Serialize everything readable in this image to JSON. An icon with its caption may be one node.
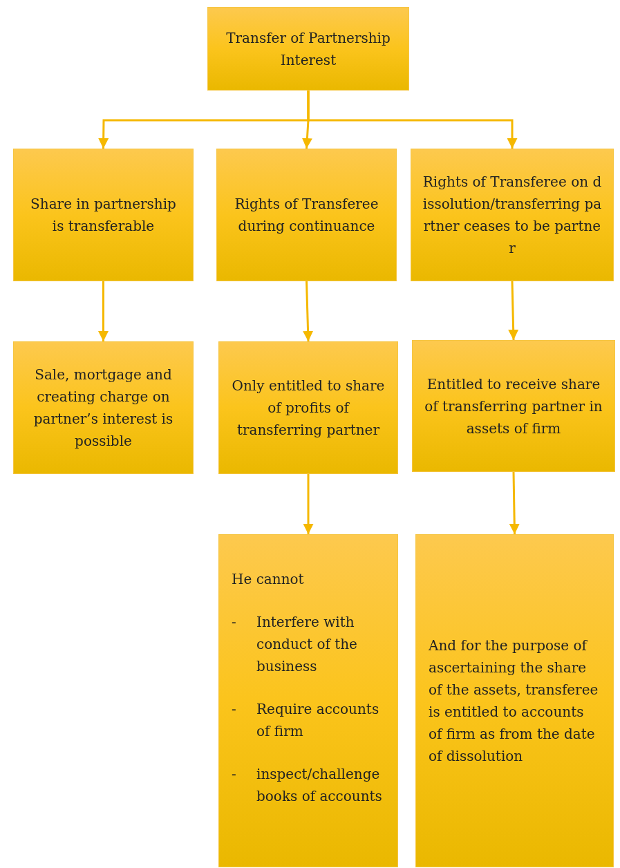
{
  "diagram": {
    "nodes": [
      {
        "text": [
          "Transfer of Partnership Interest"
        ]
      },
      {
        "text": [
          "Share in partnership is transferable"
        ]
      },
      {
        "text": [
          "Rights of Transferee during continuance"
        ]
      },
      {
        "text": [
          "Rights of Transferee on dissolution/transferring partner ceases to be partner"
        ]
      },
      {
        "text": [
          "Sale, mortgage  and creating charge on partner’s interest is possible"
        ]
      },
      {
        "text": [
          "Only entitled to share of profits of transferring partner"
        ]
      },
      {
        "text": [
          "Entitled to receive share of transferring partner in assets of firm"
        ]
      },
      {
        "text": [
          "He cannot",
          "-",
          "Interfere with conduct of the business",
          "-",
          "Require accounts of firm",
          "-",
          "inspect/challenge  books of accounts"
        ]
      },
      {
        "text": [
          "And for the purpose of ascertaining the share of the assets, transferee is entitled to accounts of firm as from the date of dissolution"
        ]
      }
    ],
    "edges": [
      {
        "from": 0,
        "to": 1,
        "arrow": "to"
      },
      {
        "from": 0,
        "to": 2,
        "arrow": "to"
      },
      {
        "from": 0,
        "to": 3,
        "arrow": "to"
      },
      {
        "from": 1,
        "to": 4,
        "arrow": "to"
      },
      {
        "from": 2,
        "to": 5,
        "arrow": "to"
      },
      {
        "from": 3,
        "to": 6,
        "arrow": "to"
      },
      {
        "from": 5,
        "to": 7,
        "arrow": "to"
      },
      {
        "from": 6,
        "to": 8,
        "arrow": "to"
      }
    ]
  }
}
